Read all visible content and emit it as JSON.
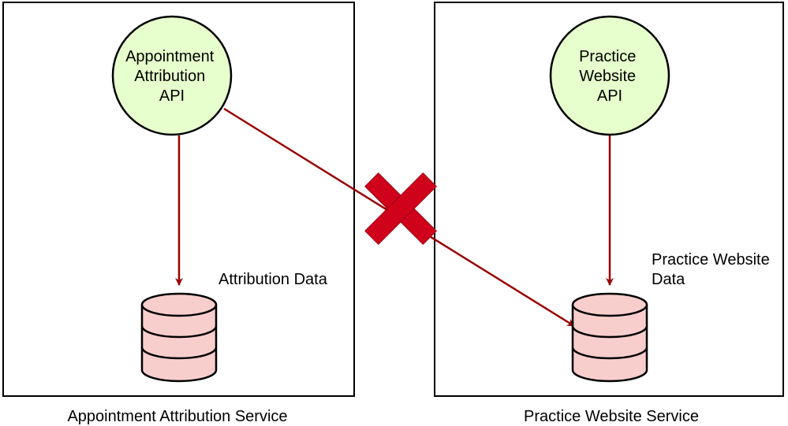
{
  "colors": {
    "boundary_stroke": "#000000",
    "api_fill": "#e6ffcc",
    "api_stroke": "#000000",
    "db_fill": "#f8cecc",
    "db_stroke": "#000000",
    "arrow": "#990000",
    "forbidden_mark": "#d0021b"
  },
  "services": [
    {
      "name": "Appointment Attribution Service",
      "api": {
        "label_lines": [
          "Appointment",
          "Attribution",
          "API"
        ]
      },
      "datastore": {
        "label_lines": [
          "Attribution Data"
        ]
      }
    },
    {
      "name": "Practice Website Service",
      "api": {
        "label_lines": [
          "Practice",
          "Website",
          "API"
        ]
      },
      "datastore": {
        "label_lines": [
          "Practice Website",
          "Data"
        ]
      }
    }
  ],
  "connections": [
    {
      "from": "Appointment Attribution API",
      "to": "Attribution Data",
      "allowed": true
    },
    {
      "from": "Practice Website API",
      "to": "Practice Website Data",
      "allowed": true
    },
    {
      "from": "Appointment Attribution API",
      "to": "Practice Website Data",
      "allowed": false
    }
  ],
  "forbidden_icon": "red-x-icon"
}
